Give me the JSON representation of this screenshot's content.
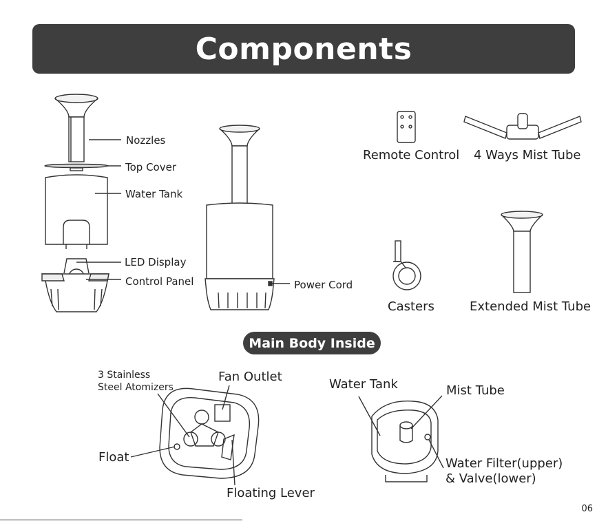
{
  "title": "Components",
  "section_title": "Main Body Inside",
  "labels": {
    "nozzles": "Nozzles",
    "top_cover": "Top Cover",
    "water_tank": "Water Tank",
    "led_display": "LED Display",
    "control_panel": "Control Panel",
    "power_cord": "Power Cord",
    "remote_control": "Remote Control",
    "four_ways_mist_tube": "4 Ways Mist Tube",
    "casters": "Casters",
    "extended_mist_tube": "Extended Mist Tube"
  },
  "inside_labels": {
    "atomizers_line1": "3 Stainless",
    "atomizers_line2": "Steel Atomizers",
    "fan_outlet": "Fan Outlet",
    "float": "Float",
    "floating_lever": "Floating Lever",
    "water_tank": "Water Tank",
    "mist_tube": "Mist Tube",
    "water_filter_line1": "Water Filter(upper)",
    "water_filter_line2": "& Valve(lower)"
  },
  "page_number": "06"
}
